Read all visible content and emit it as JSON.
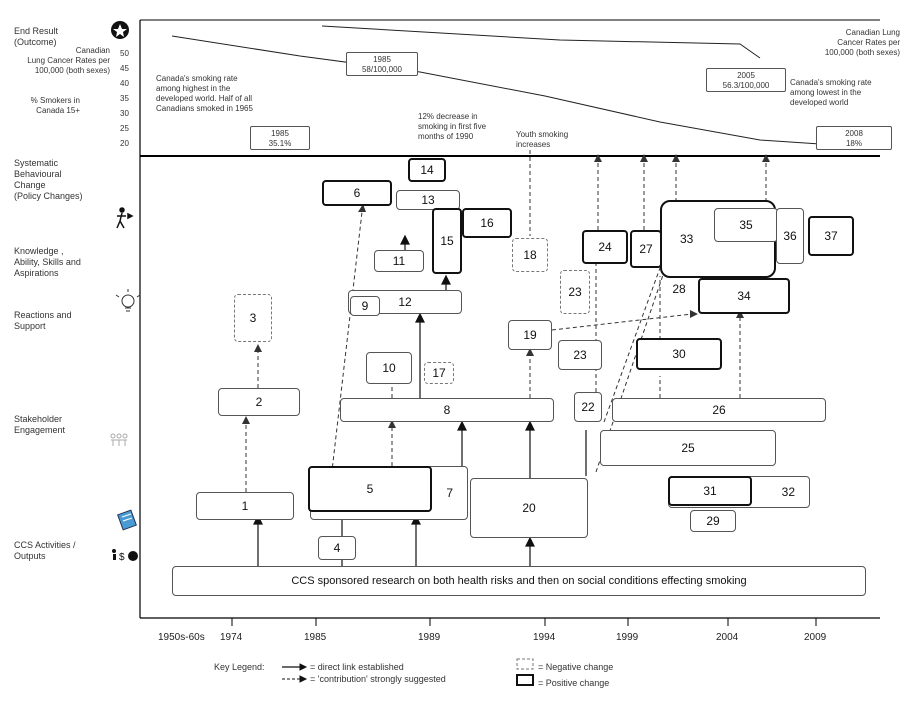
{
  "levels": {
    "end_result": "End Result\n(Outcome)",
    "systematic": "Systematic\nBehavioural\nChange\n(Policy Changes)",
    "knowledge": "Knowledge ,\nAbility, Skills and\nAspirations",
    "reactions": "Reactions and\nSupport",
    "stakeholder": "Stakeholder\nEngagement",
    "ccs": "CCS Activities /\nOutputs"
  },
  "top_panel": {
    "left_axis_label_1": "Canadian\nLung Cancer Rates per\n100,000 (both sexes)",
    "left_axis_label_2": "% Smokers in\nCanada 15+",
    "y_ticks": [
      "50",
      "45",
      "40",
      "35",
      "30",
      "25",
      "20"
    ],
    "right_label_1": "Canadian Lung\nCancer Rates per\n100,000 (both sexes)",
    "right_label_2": "Canada's smoking rate\namong lowest in the\ndeveloped world",
    "left_text": "Canada's smoking rate\namong highest in the\ndeveloped world. Half of all\nCanadians smoked in 1965",
    "mid_text_1": "12% decrease in\nsmoking in first five\nmonths of 1990",
    "mid_text_2": "Youth smoking\nincreases",
    "callout_1985_lc": "1985\n58/100,000",
    "callout_1985_sm": "1985\n35.1%",
    "callout_2005": "2005\n56.3/100,000",
    "callout_2008": "2008\n18%"
  },
  "boxes": {
    "b1": "1",
    "b2": "2",
    "b3": "3",
    "b4": "4",
    "b5": "5",
    "b6": "6",
    "b7": "7",
    "b8": "8",
    "b9": "9",
    "b10": "10",
    "b11": "11",
    "b12": "12",
    "b13": "13",
    "b14": "14",
    "b15": "15",
    "b16": "16",
    "b17": "17",
    "b18": "18",
    "b19": "19",
    "b20": "20",
    "b22": "22",
    "b23a": "23",
    "b23b": "23",
    "b24": "24",
    "b25": "25",
    "b26": "26",
    "b27": "27",
    "b28": "28",
    "b29": "29",
    "b30": "30",
    "b31": "31",
    "b32": "32",
    "b33": "33",
    "b34": "34",
    "b35": "35",
    "b36": "36",
    "b37": "37",
    "ccs": "CCS sponsored research on both health risks and then on social conditions effecting smoking"
  },
  "x_ticks": [
    "1950s-60s",
    "1974",
    "1985",
    "1989",
    "1994",
    "1999",
    "2004",
    "2009"
  ],
  "legend": {
    "title": "Key Legend:",
    "direct": "= direct link established",
    "contribution": "= 'contribution' strongly suggested",
    "negative": "= Negative change",
    "positive": "= Positive change"
  }
}
